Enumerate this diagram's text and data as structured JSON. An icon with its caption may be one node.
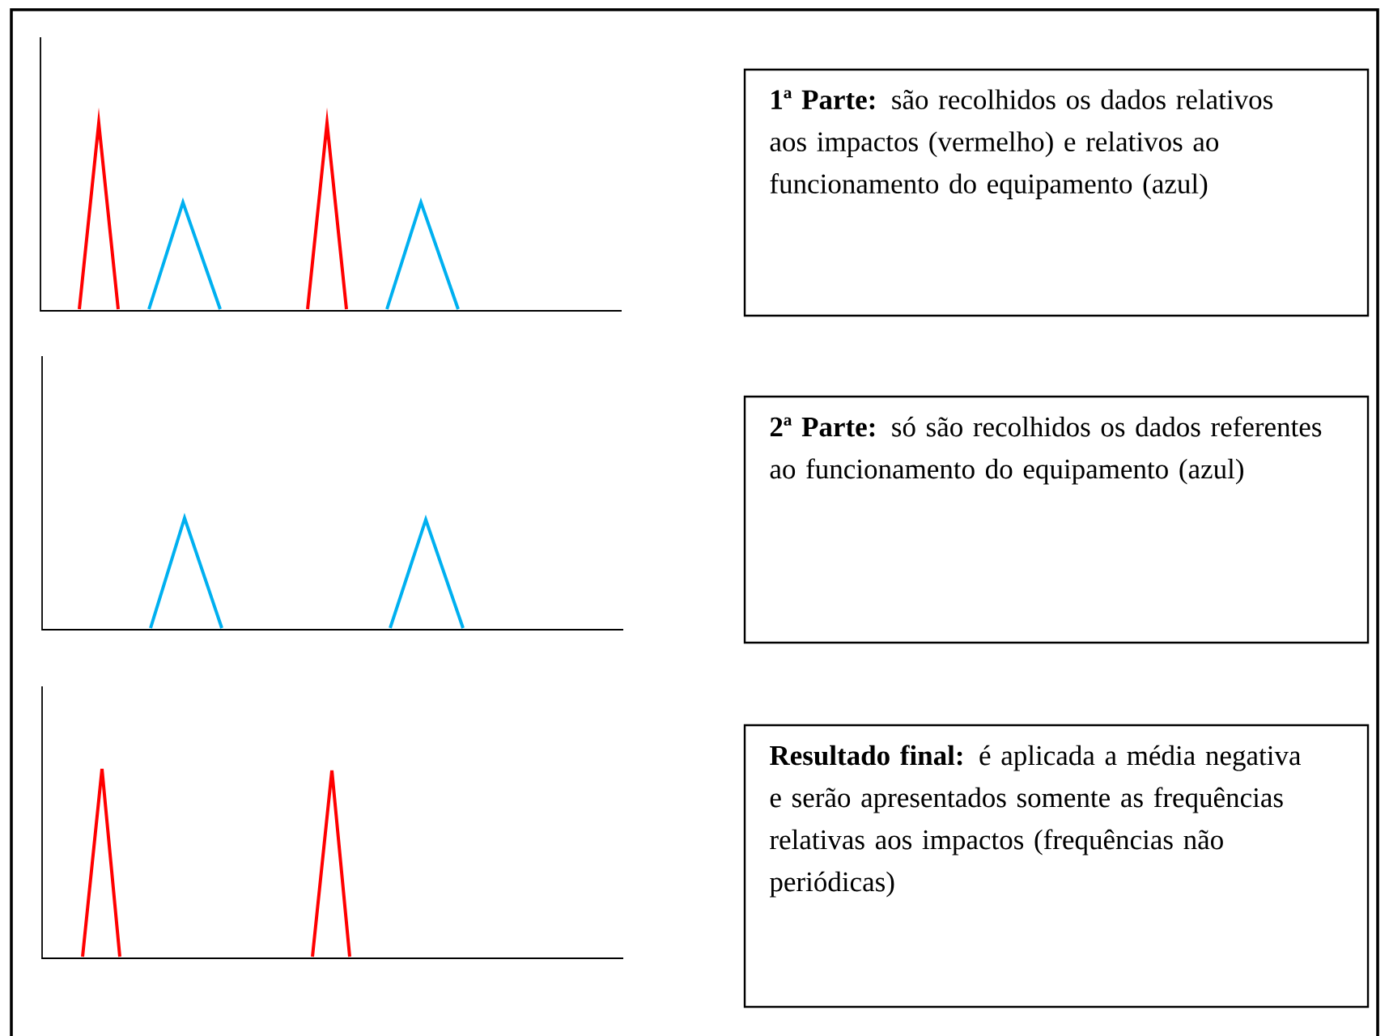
{
  "diagram": {
    "nodes": [
      {
        "text": [
          "**1ª Parte:** são recolhidos os dados relativos aos impactos (vermelho) e relativos ao funcionamento do equipamento (azul)"
        ]
      },
      {
        "text": [
          "**2ª Parte:** só são recolhidos os dados referentes ao funcionamento do equipamento (azul)"
        ]
      },
      {
        "text": [
          "**Resultado final:** é aplicada a média negativa e serão apresentados somente as frequências relativas aos impactos (frequências não periódicas)"
        ]
      }
    ]
  }
}
